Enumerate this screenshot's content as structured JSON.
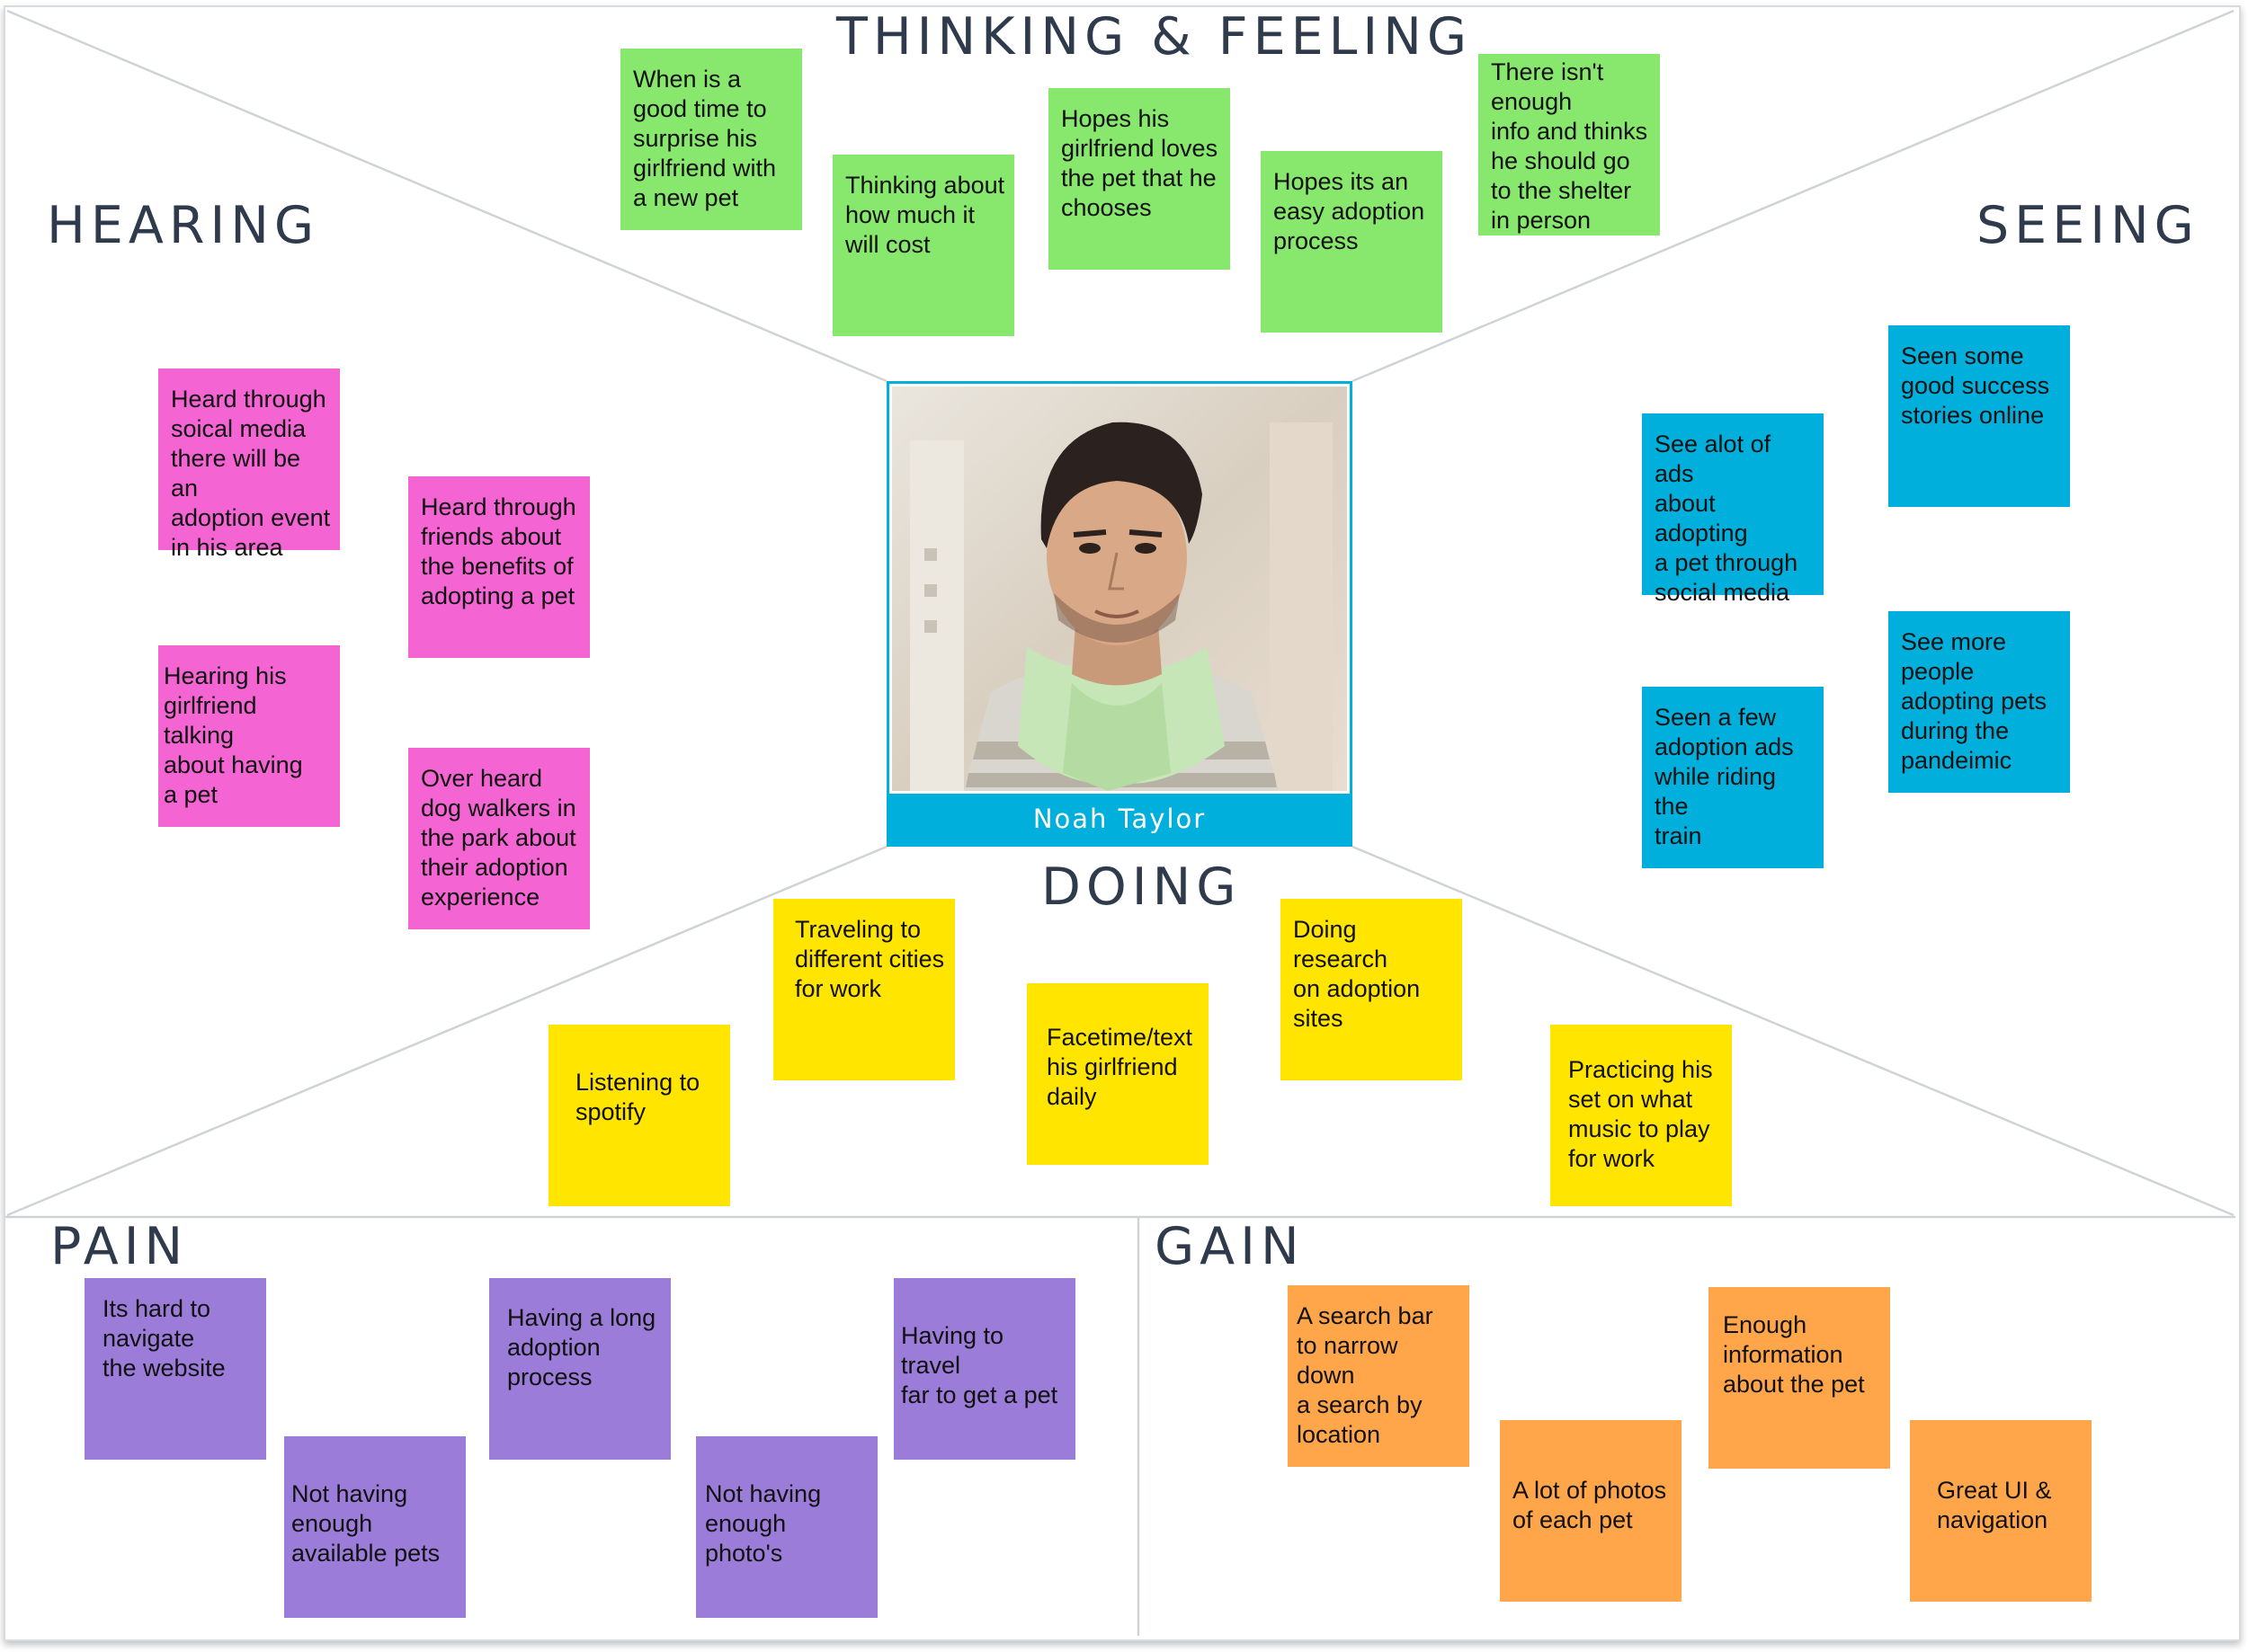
{
  "colors": {
    "pink": "#f464d3",
    "green": "#88e76d",
    "blue": "#00afdb",
    "yellow": "#ffe500",
    "purple": "#9b7cd9",
    "orange": "#ffa54a",
    "heading": "#2f3b4c",
    "divider": "#d0d3d6"
  },
  "headings": {
    "thinking_feeling": "THINKING & FEELING",
    "hearing": "HEARING",
    "seeing": "SEEING",
    "doing": "DOING",
    "pain": "PAIN",
    "gain": "GAIN"
  },
  "persona": {
    "name": "Noah Taylor",
    "photo_icon": "person-portrait-icon"
  },
  "thinking_notes": [
    "When is a\ngood time to\nsurprise his\ngirlfriend with\na new pet",
    "Thinking about\nhow much it\nwill cost",
    "Hopes his\ngirlfriend loves\nthe pet that he\nchooses",
    "Hopes its an\neasy adoption\nprocess",
    "There isn't\nenough\ninfo and thinks\nhe should go\nto the shelter\nin person"
  ],
  "hearing_notes": [
    "Heard through\nsoical media\nthere will be an\nadoption event\nin his area",
    "Heard through\nfriends about\nthe benefits of\nadopting a pet",
    "Hearing his\ngirlfriend talking\nabout having\na pet",
    "Over heard\ndog walkers in\nthe park about\ntheir adoption\nexperience"
  ],
  "seeing_notes": [
    "Seen some\ngood success\nstories online",
    "See alot of ads\nabout adopting\na pet through\nsocial media",
    "See more\npeople\nadopting pets\nduring the\npandeimic",
    "Seen a few\nadoption ads\nwhile riding the\ntrain"
  ],
  "doing_notes": [
    "Traveling to\ndifferent cities\nfor work",
    "Doing research\non adoption\nsites",
    "Listening to\nspotify",
    "Facetime/text\nhis girlfriend\ndaily",
    "Practicing his\nset on what\nmusic to play\nfor work"
  ],
  "pain_notes": [
    "Its hard to\nnavigate\nthe website",
    "Having a long\nadoption\nprocess",
    "Having to travel\nfar to get a pet",
    "Not having\nenough\navailable pets",
    "Not having\nenough photo's"
  ],
  "gain_notes": [
    "A search bar\nto narrow down\na search by\nlocation",
    "Enough\ninformation\nabout the pet",
    "A lot of photos\nof each pet",
    "Great UI &\nnavigation"
  ]
}
